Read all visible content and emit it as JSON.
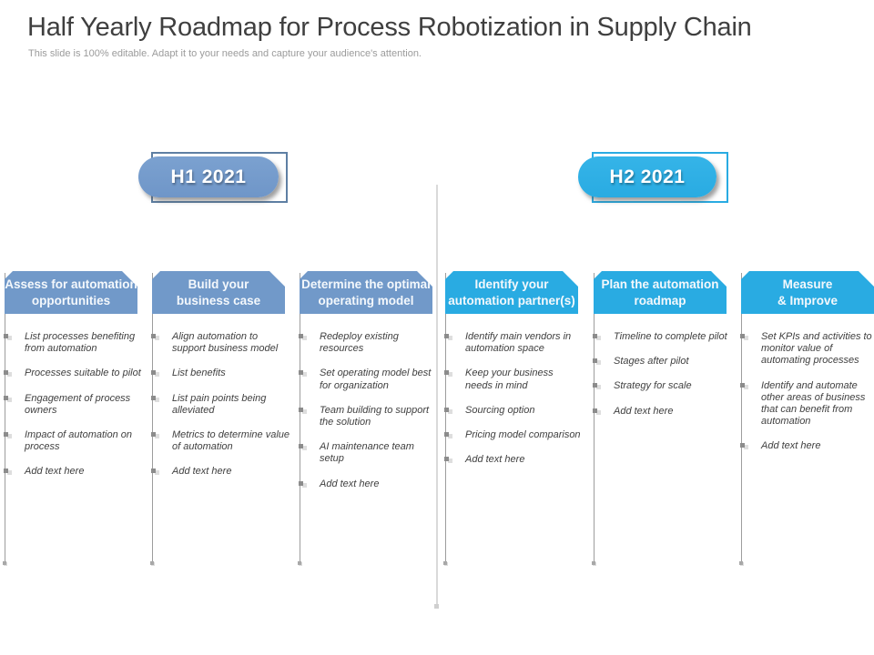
{
  "header": {
    "title": "Half Yearly Roadmap for Process Robotization in Supply Chain",
    "subtitle": "This slide is 100% editable. Adapt it to your needs and capture your audience's attention."
  },
  "periods": [
    {
      "label": "H1 2021"
    },
    {
      "label": "H2 2021"
    }
  ],
  "columns": [
    {
      "title_lines": [
        "Assess for automation",
        "opportunities"
      ],
      "items": [
        "List processes benefiting from automation",
        "Processes suitable to pilot",
        "Engagement of process owners",
        "Impact of automation on process",
        "Add text here"
      ]
    },
    {
      "title_lines": [
        "Build your",
        "business case"
      ],
      "items": [
        "Align automation to support business model",
        "List benefits",
        "List pain points being alleviated",
        "Metrics to determine value of automation",
        "Add text here"
      ]
    },
    {
      "title_lines": [
        "Determine the optimal",
        "operating model"
      ],
      "items": [
        "Redeploy existing resources",
        "Set operating model best for organization",
        "Team building to support the solution",
        "AI maintenance team setup",
        "Add text here"
      ]
    },
    {
      "title_lines": [
        "Identify your",
        "automation partner(s)"
      ],
      "items": [
        "Identify main vendors in automation space",
        "Keep your business needs in mind",
        "Sourcing option",
        "Pricing model comparison",
        "Add text here"
      ]
    },
    {
      "title_lines": [
        "Plan the automation",
        "roadmap"
      ],
      "items": [
        "Timeline to complete pilot",
        "Stages after pilot",
        "Strategy for scale",
        "Add text here"
      ]
    },
    {
      "title_lines": [
        "Measure",
        "& Improve"
      ],
      "items": [
        "Set KPIs and activities to monitor value of automating processes",
        "Identify and automate other areas of business that can benefit from automation",
        "Add text here"
      ]
    }
  ],
  "colors": {
    "h1_blue": "#7199C9",
    "h1_pill": "#6F96C8",
    "h1_outline": "#5E7FA3",
    "h2_blue": "#29ABE2",
    "title_text": "#3F3F3F",
    "subtitle_text": "#9B9B9B",
    "list_text": "#404040",
    "column_line": "#9D9D9D",
    "center_line": "#DADADA"
  }
}
